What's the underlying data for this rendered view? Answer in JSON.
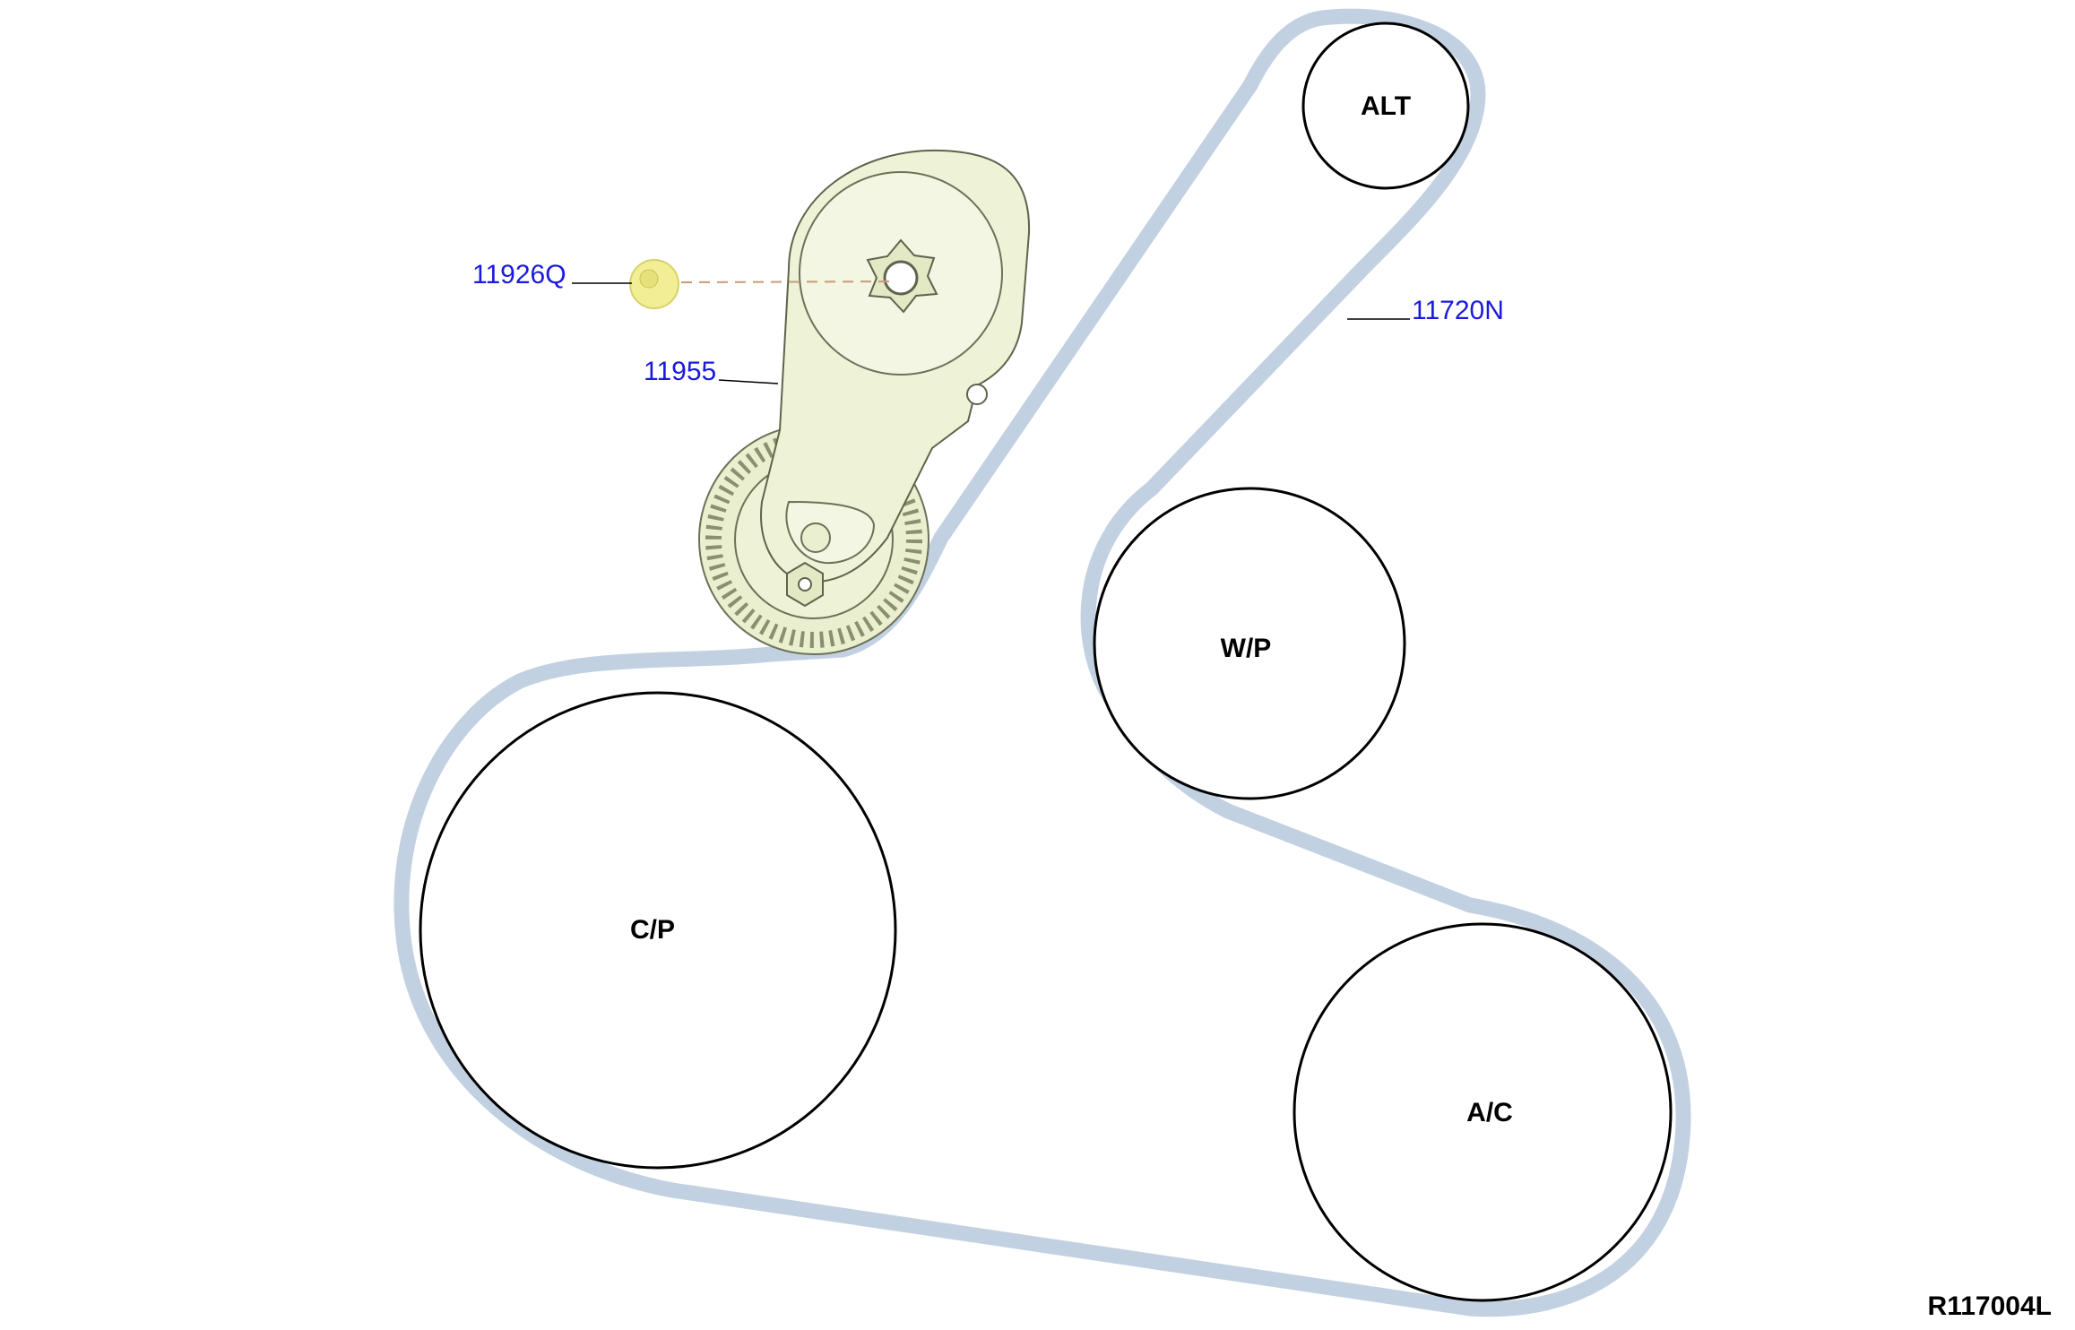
{
  "pulleys": {
    "alt": "ALT",
    "wp": "W/P",
    "cp": "C/P",
    "ac": "A/C"
  },
  "callouts": {
    "bolt": "11926Q",
    "tensioner": "11955",
    "belt": "11720N"
  },
  "drawing_id": "R117004L",
  "colors": {
    "belt": "#c2d1e2",
    "callout_text": "#1a1adc",
    "tensioner_body": "#eef3d8",
    "bolt": "#f2ee96"
  }
}
